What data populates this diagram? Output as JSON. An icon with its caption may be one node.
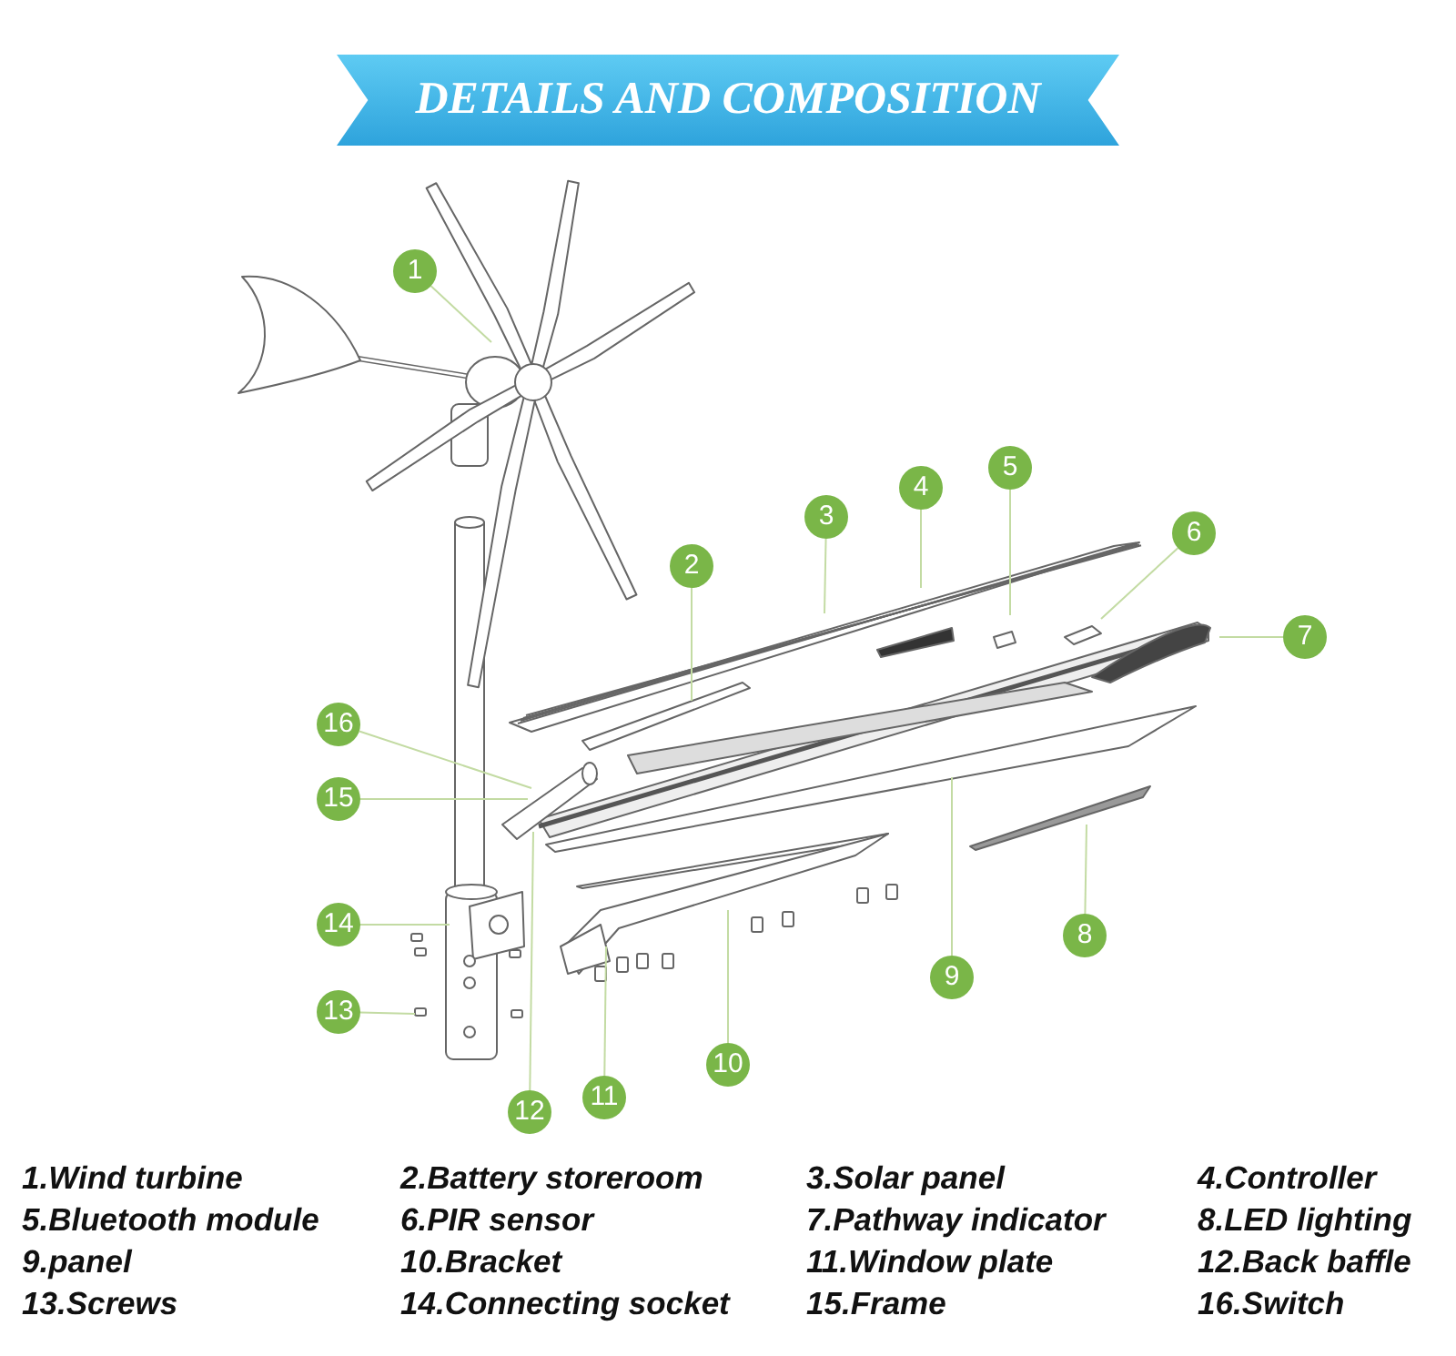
{
  "diagram": {
    "title": "DETAILS AND COMPOSITION",
    "nodes": [
      {
        "text": [
          "1"
        ]
      },
      {
        "text": [
          "2"
        ]
      },
      {
        "text": [
          "3"
        ]
      },
      {
        "text": [
          "4"
        ]
      },
      {
        "text": [
          "5"
        ]
      },
      {
        "text": [
          "6"
        ]
      },
      {
        "text": [
          "7"
        ]
      },
      {
        "text": [
          "8"
        ]
      },
      {
        "text": [
          "9"
        ]
      },
      {
        "text": [
          "10"
        ]
      },
      {
        "text": [
          "11"
        ]
      },
      {
        "text": [
          "12"
        ]
      },
      {
        "text": [
          "13"
        ]
      },
      {
        "text": [
          "14"
        ]
      },
      {
        "text": [
          "15"
        ]
      },
      {
        "text": [
          "16"
        ]
      }
    ],
    "edges": [
      {
        "from": 0,
        "to": null,
        "arrow": "none"
      },
      {
        "from": 1,
        "to": null,
        "arrow": "none"
      },
      {
        "from": 2,
        "to": null,
        "arrow": "none"
      },
      {
        "from": 3,
        "to": null,
        "arrow": "none"
      },
      {
        "from": 4,
        "to": null,
        "arrow": "none"
      },
      {
        "from": 5,
        "to": null,
        "arrow": "none"
      },
      {
        "from": 6,
        "to": null,
        "arrow": "none"
      },
      {
        "from": 7,
        "to": null,
        "arrow": "none"
      },
      {
        "from": 8,
        "to": null,
        "arrow": "none"
      },
      {
        "from": 9,
        "to": null,
        "arrow": "none"
      },
      {
        "from": 10,
        "to": null,
        "arrow": "none"
      },
      {
        "from": 11,
        "to": null,
        "arrow": "none"
      },
      {
        "from": 12,
        "to": null,
        "arrow": "none"
      },
      {
        "from": 13,
        "to": null,
        "arrow": "none"
      },
      {
        "from": 14,
        "to": null,
        "arrow": "none"
      },
      {
        "from": 15,
        "to": null,
        "arrow": "none"
      }
    ],
    "labels": [
      "1.Wind turbine",
      "2.Battery storeroom",
      "3.Solar panel",
      "4.Controller",
      "5.Bluetooth module",
      "6.PIR sensor",
      "7.Pathway indicator",
      "8.LED lighting",
      "9.panel",
      "10.Bracket",
      "11.Window plate",
      "12.Back baffle",
      "13.Screws",
      "14.Connecting socket",
      "15.Frame",
      "16.Switch"
    ]
  }
}
